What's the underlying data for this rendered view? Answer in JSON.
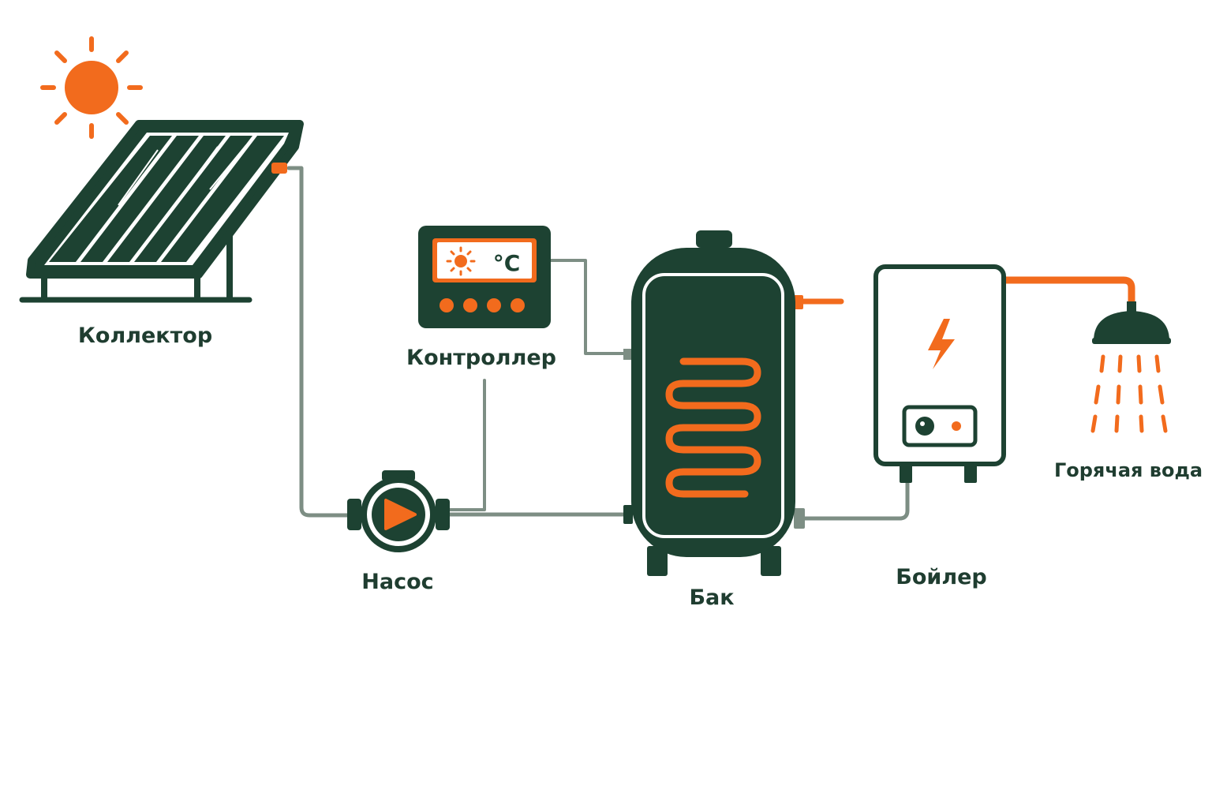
{
  "colors": {
    "dark": "#1d4232",
    "orange": "#f26b1d",
    "pipe": "#7d8e84",
    "label": "#1f3d30"
  },
  "labels": {
    "collector": "Коллектор",
    "controller": "Контроллер",
    "pump": "Насос",
    "tank": "Бак",
    "boiler": "Бойлер",
    "hot_water": "Горячая вода"
  },
  "controller_display": {
    "unit": "°C"
  },
  "icons": [
    "sun-icon",
    "solar-collector-icon",
    "controller-icon",
    "pump-icon",
    "tank-icon",
    "heating-coil-icon",
    "boiler-icon",
    "lightning-icon",
    "shower-icon",
    "water-drops-icon"
  ]
}
